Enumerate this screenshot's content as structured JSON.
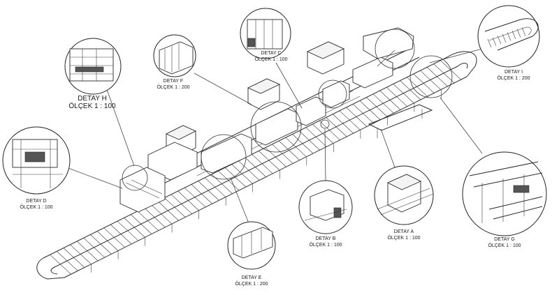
{
  "details": [
    {
      "id": "h",
      "name": "DETAY H",
      "scale": "ÖLÇEK 1 : 100"
    },
    {
      "id": "f",
      "name": "DETAY F",
      "scale": "ÖLÇEK 1 : 200"
    },
    {
      "id": "c",
      "name": "DETAY C",
      "scale": "ÖLÇEK 1 : 100"
    },
    {
      "id": "i",
      "name": "DETAY I",
      "scale": "ÖLÇEK 1 : 200"
    },
    {
      "id": "d",
      "name": "DETAY D",
      "scale": "ÖLÇEK 1 : 100"
    },
    {
      "id": "b",
      "name": "DETAY B",
      "scale": "ÖLÇEK 1 : 100"
    },
    {
      "id": "a",
      "name": "DETAY A",
      "scale": "ÖLÇEK 1 : 100"
    },
    {
      "id": "g",
      "name": "DETAY G",
      "scale": "ÖLÇEK 1 : 100"
    },
    {
      "id": "e",
      "name": "DETAY E",
      "scale": "ÖLÇEK 1 : 200"
    }
  ]
}
